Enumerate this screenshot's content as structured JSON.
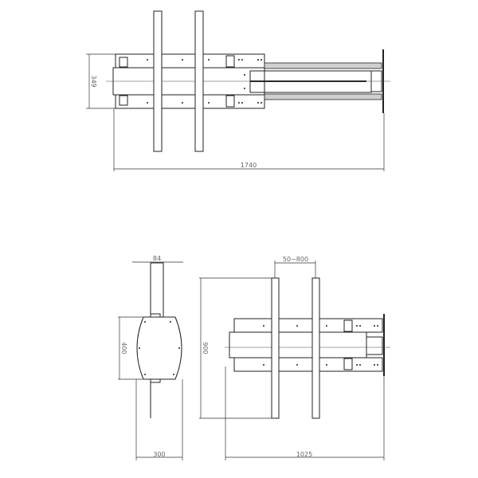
{
  "drawing": {
    "top_view": {
      "dim_height": "349",
      "dim_length": "1740"
    },
    "side_view": {
      "dim_top_width": "84",
      "dim_plate_height": "400",
      "dim_base_width": "300"
    },
    "front_view": {
      "dim_bar_spacing": "50~800",
      "dim_height": "900",
      "dim_length": "1025"
    }
  }
}
